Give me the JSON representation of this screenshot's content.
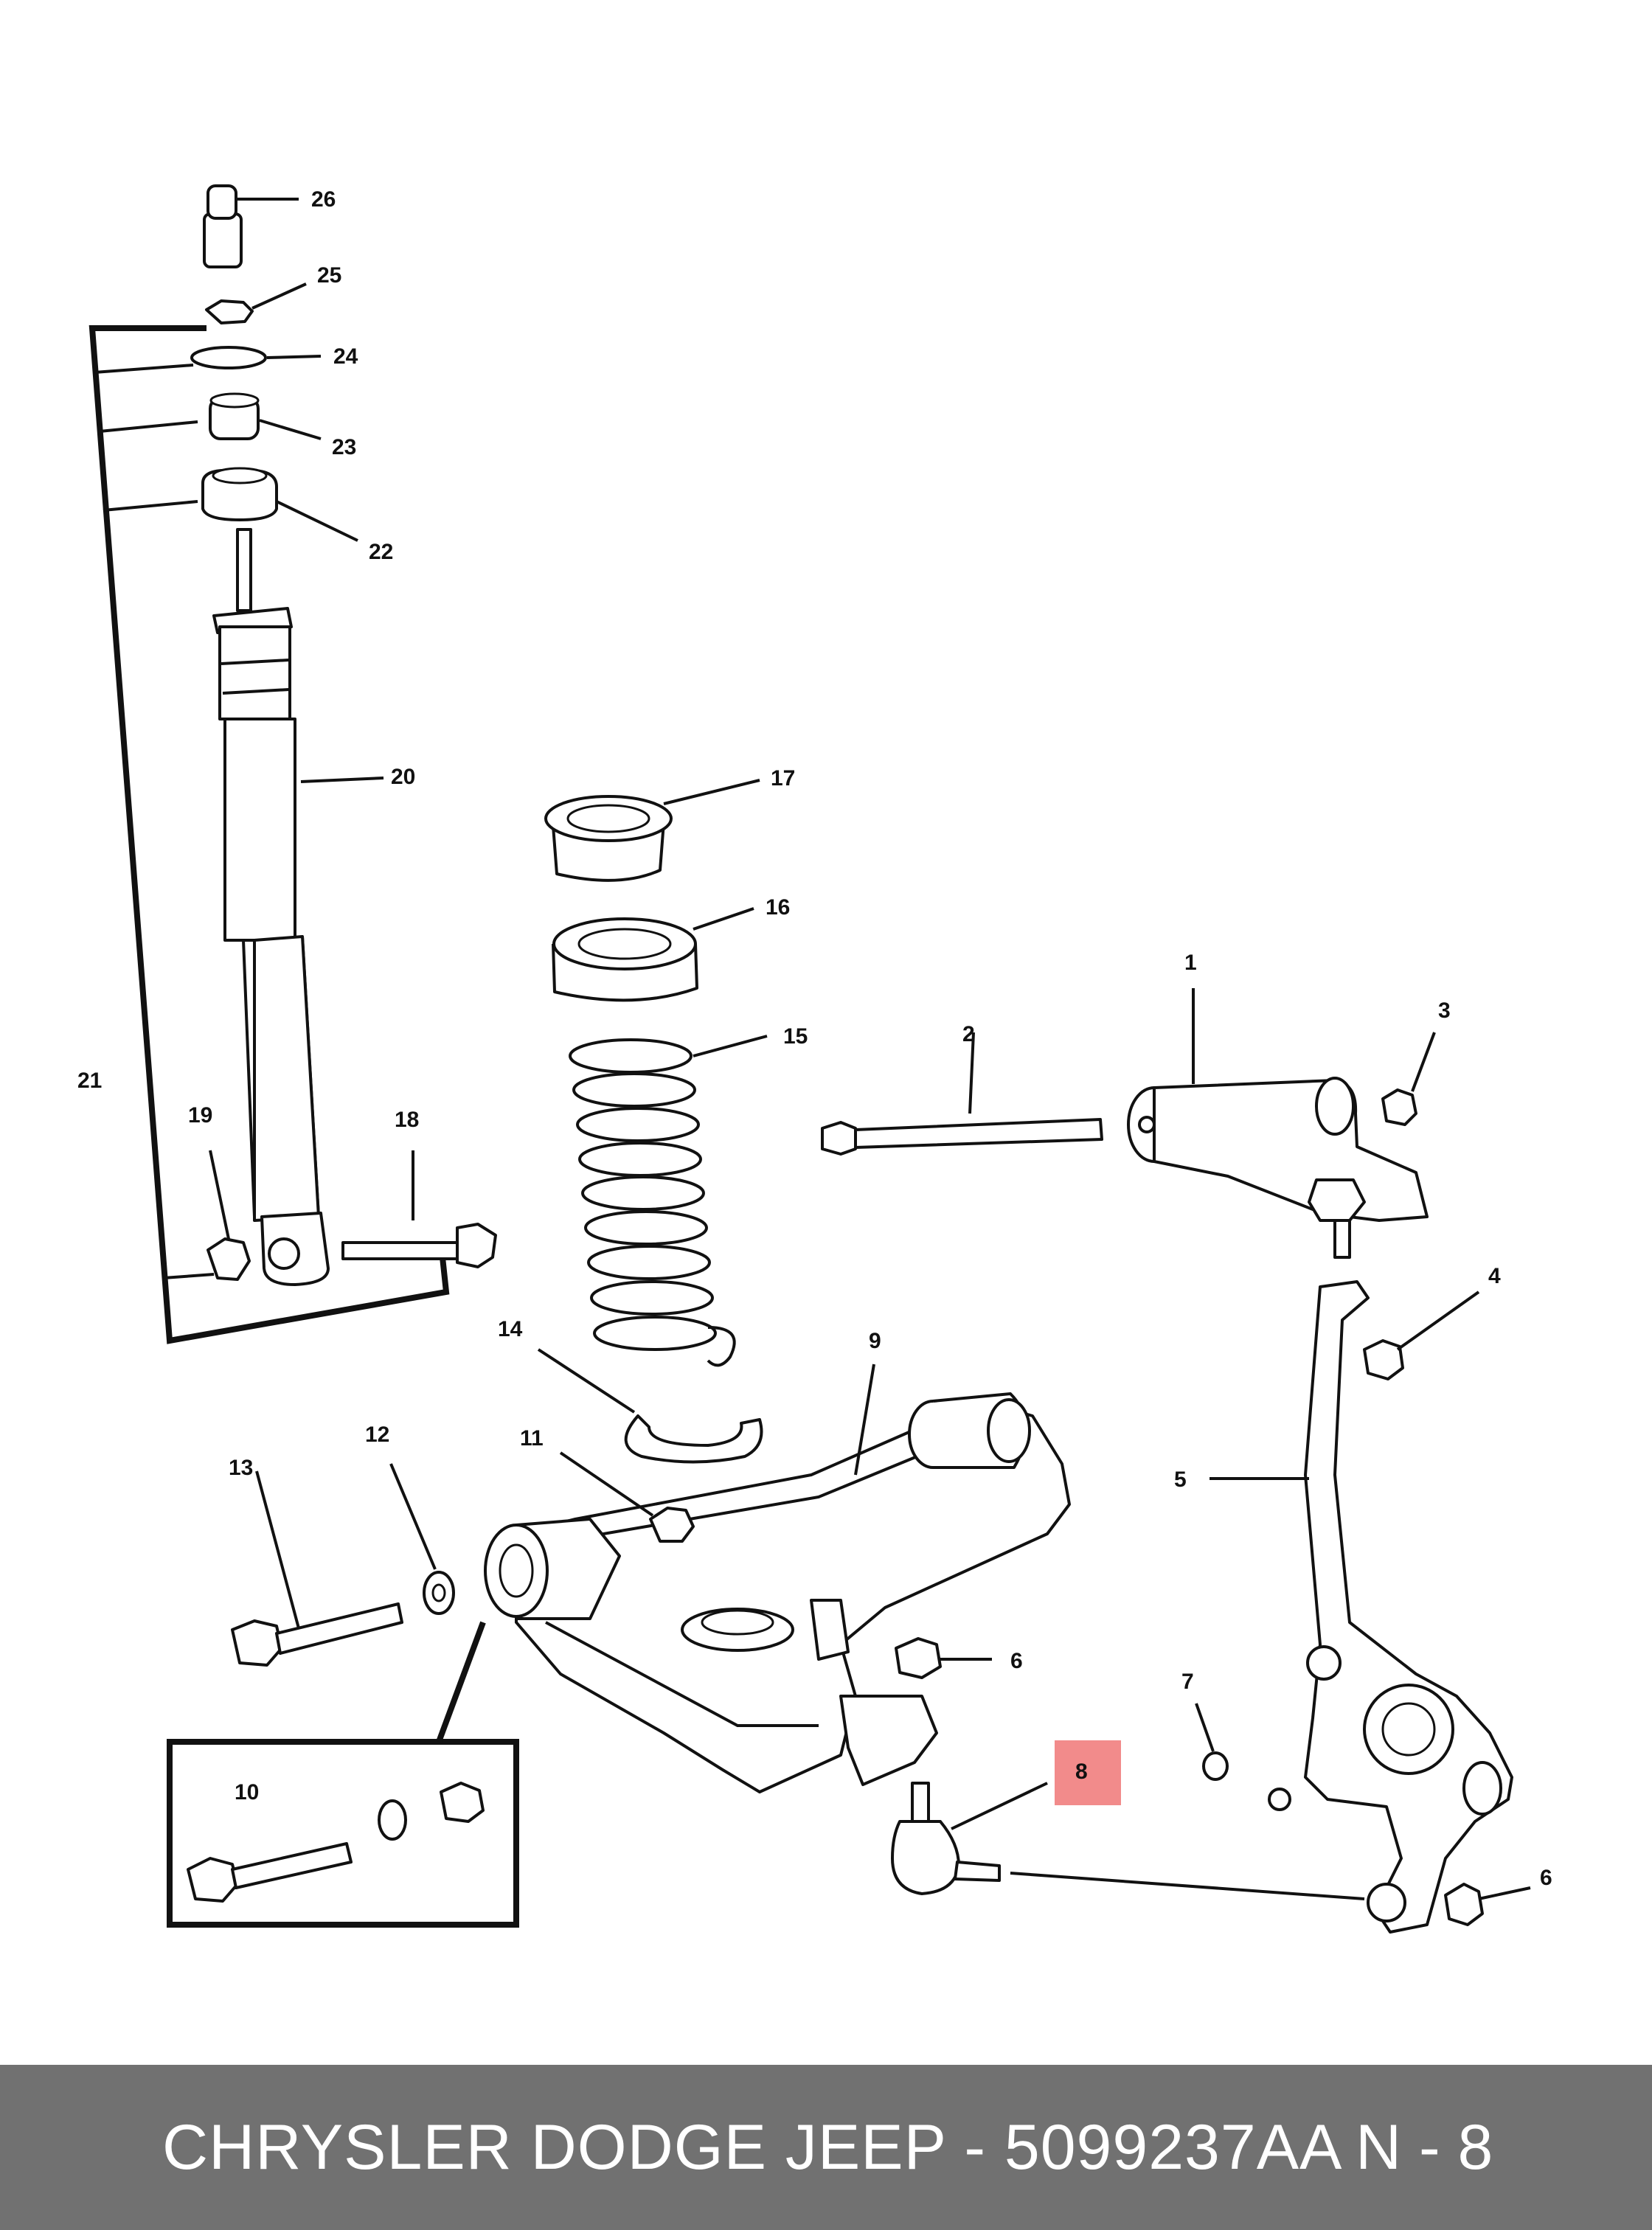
{
  "diagram": {
    "callouts": [
      "1",
      "2",
      "3",
      "4",
      "5",
      "6",
      "7",
      "8",
      "9",
      "10",
      "11",
      "12",
      "13",
      "14",
      "15",
      "16",
      "17",
      "18",
      "19",
      "20",
      "21",
      "22",
      "23",
      "24",
      "25",
      "26"
    ],
    "highlighted_callout": "8",
    "highlight_color": "#f28b8b"
  },
  "footer": {
    "title": "CHRYSLER DODGE JEEP - 5099237AA",
    "code": "N - 8",
    "background_color": "#717171"
  }
}
